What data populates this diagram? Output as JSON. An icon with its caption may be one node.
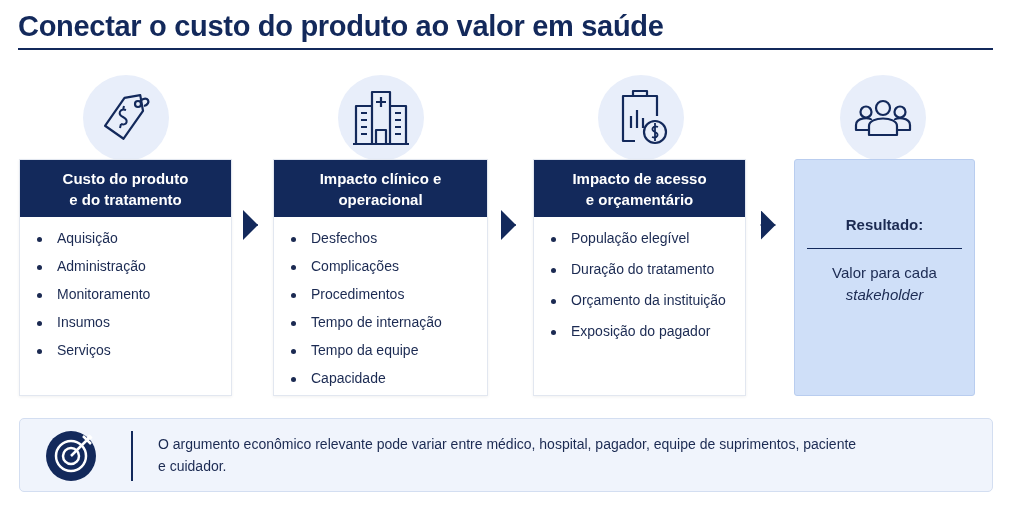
{
  "diagram": {
    "title": "Conectar o custo do produto ao valor em saúde",
    "nodes": [
      {
        "text": [
          "Custo do produto e do tratamento",
          "Aquisição",
          "Administração",
          "Monitoramento",
          "Insumos",
          "Serviços"
        ]
      },
      {
        "text": [
          "Impacto clínico e operacional",
          "Desfechos",
          "Complicações",
          "Procedimentos",
          "Tempo de internação",
          "Tempo da equipe",
          "Capacidade"
        ]
      },
      {
        "text": [
          "Impacto de acesso e orçamentário",
          "População elegível",
          "Duração do tratamento",
          "Orçamento da instituição",
          "Exposição do pagador"
        ]
      },
      {
        "text": [
          "Resultado:",
          "Valor para cada *stakeholder*"
        ]
      },
      {
        "text": [
          "O argumento econômico relevante pode variar entre médico, hospital, pagador, equipe de suprimentos, paciente e cuidador."
        ]
      }
    ],
    "edges": [
      {
        "from": 0,
        "to": 1,
        "arrow": "to"
      },
      {
        "from": 1,
        "to": 2,
        "arrow": "to"
      },
      {
        "from": 2,
        "to": 3,
        "arrow": "to"
      }
    ]
  }
}
